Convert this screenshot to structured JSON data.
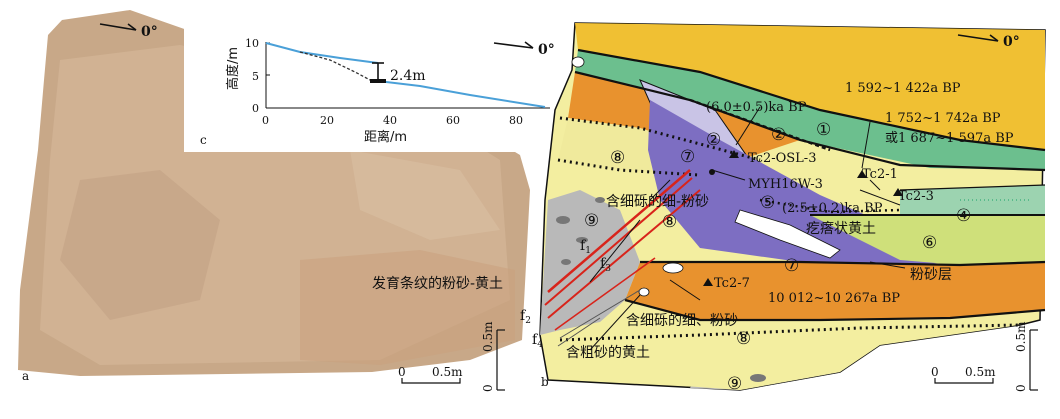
{
  "panels": {
    "a": "a",
    "b": "b",
    "c": "c"
  },
  "north_label": "0°",
  "inset": {
    "ylabel": "高度/m",
    "xlabel": "距离/m",
    "yticks": [
      "0",
      "5",
      "10"
    ],
    "xticks": [
      "0",
      "20",
      "40",
      "60",
      "80"
    ],
    "step_label": "2.4m"
  },
  "scale": {
    "zero": "0",
    "half": "0.5m",
    "vertical": "0.5m",
    "vzero": "0"
  },
  "units": {
    "u1": "①",
    "u2a": "②",
    "u2b": "②",
    "u4": "④",
    "u5": "⑤",
    "u6": "⑥",
    "u7a": "⑦",
    "u7b": "⑦",
    "u8a": "⑧",
    "u8b": "⑧",
    "u8c": "⑧",
    "u9a": "⑨",
    "u9b": "⑨"
  },
  "samples": {
    "tc2_osl_3": "Tc2-OSL-3",
    "tc2_1": "Tc2-1",
    "tc2_3": "Tc2-3",
    "tc2_7": "Tc2-7",
    "myh16w_3": "MYH16W-3"
  },
  "ages": {
    "osl_upper": "(6.0±0.5)ka BP",
    "osl_lower": "(2.5±0.2)ka BP",
    "c14_1": "1 592~1 422a BP",
    "c14_2": "1 752~1 742a BP",
    "c14_3": "或1 687~1 597a BP",
    "c14_7": "10 012~10 267a BP"
  },
  "annotations": {
    "fine_gravel_silt": "含细砾的细-粉砂",
    "fine_gravel_silt_2": "含细砾的细、粉砂",
    "striated_silt_loess": "发育条纹的粉砂-黄土",
    "coarse_sand_loess": "含粗砂的黄土",
    "nodular_loess": "疙瘩状黄土",
    "silt_layer": "粉砂层"
  },
  "faults": {
    "f1": "f",
    "f1_sub": "1",
    "f2": "f",
    "f2_sub": "2",
    "f3": "f",
    "f3_sub": "3",
    "f4": "f",
    "f4_sub": "4"
  }
}
